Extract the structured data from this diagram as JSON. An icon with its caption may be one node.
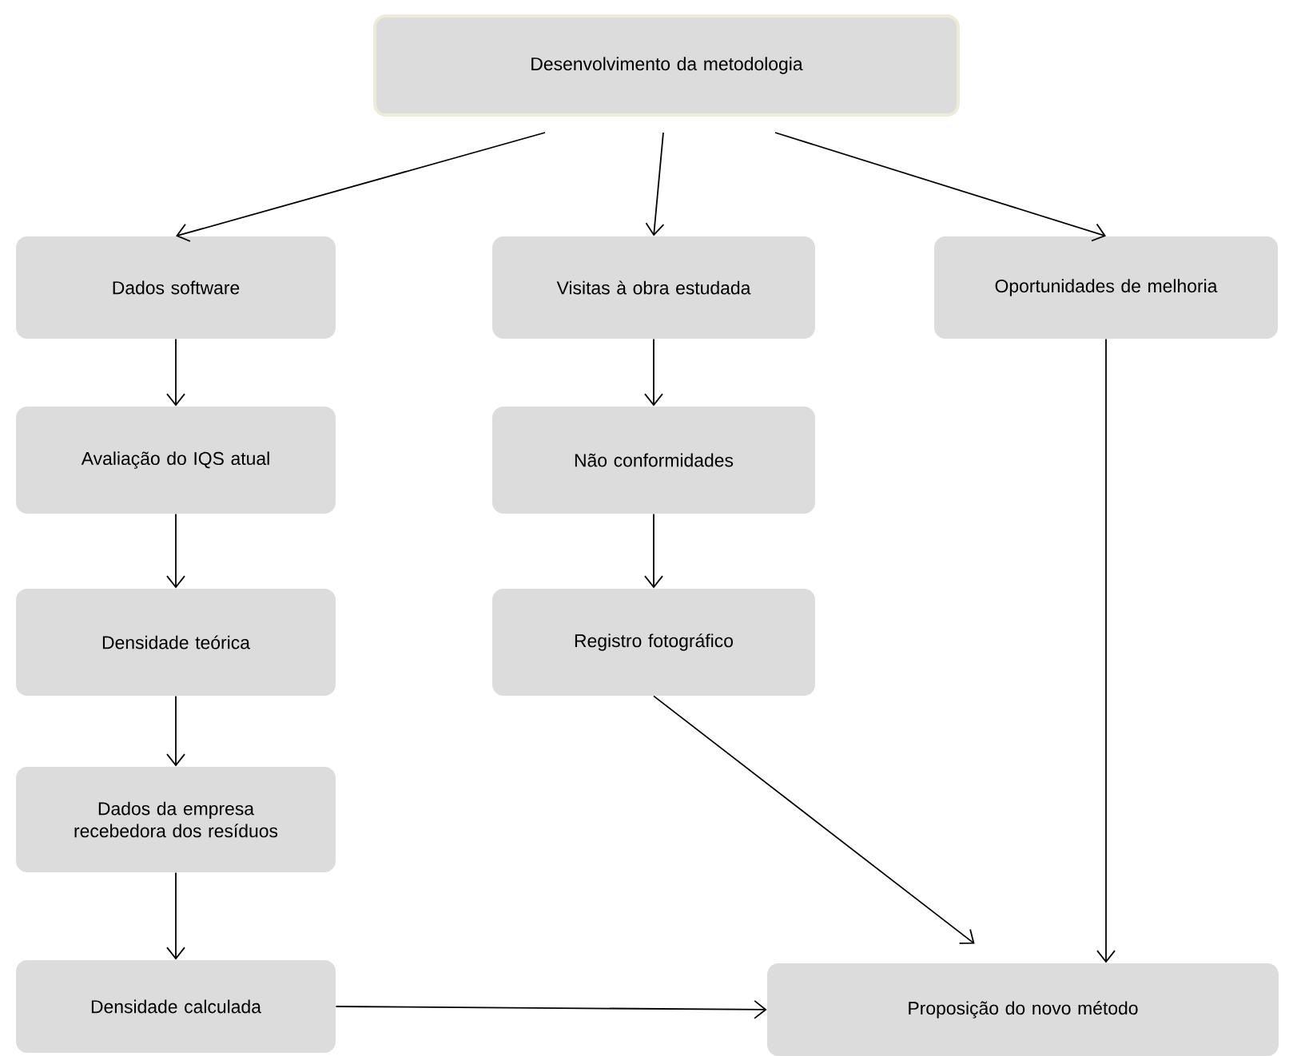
{
  "diagram": {
    "nodes": [
      {
        "text": [
          "Desenvolvimento  da metodologia"
        ]
      },
      {
        "text": [
          "Dados software"
        ]
      },
      {
        "text": [
          "Visitas à obra estudada"
        ]
      },
      {
        "text": [
          "Oportunidades de melhoria"
        ]
      },
      {
        "text": [
          "Avaliação do IQS atual"
        ]
      },
      {
        "text": [
          "Não conformidades"
        ]
      },
      {
        "text": [
          "Densidade teórica"
        ]
      },
      {
        "text": [
          "Registro fotográfico"
        ]
      },
      {
        "text": [
          "Dados da empresa recebedora dos resíduos"
        ]
      },
      {
        "text": [
          "Densidade calculada"
        ]
      },
      {
        "text": [
          "Proposição do novo método"
        ]
      }
    ],
    "edges": [
      {
        "from": 0,
        "to": 1,
        "arrow": "to"
      },
      {
        "from": 0,
        "to": 2,
        "arrow": "to"
      },
      {
        "from": 0,
        "to": 3,
        "arrow": "to"
      },
      {
        "from": 1,
        "to": 4,
        "arrow": "to"
      },
      {
        "from": 4,
        "to": 6,
        "arrow": "to"
      },
      {
        "from": 6,
        "to": 8,
        "arrow": "to"
      },
      {
        "from": 8,
        "to": 9,
        "arrow": "to"
      },
      {
        "from": 2,
        "to": 5,
        "arrow": "to"
      },
      {
        "from": 5,
        "to": 7,
        "arrow": "to"
      },
      {
        "from": 7,
        "to": 10,
        "arrow": "to"
      },
      {
        "from": 3,
        "to": 10,
        "arrow": "to"
      },
      {
        "from": 9,
        "to": 10,
        "arrow": "to"
      }
    ]
  }
}
